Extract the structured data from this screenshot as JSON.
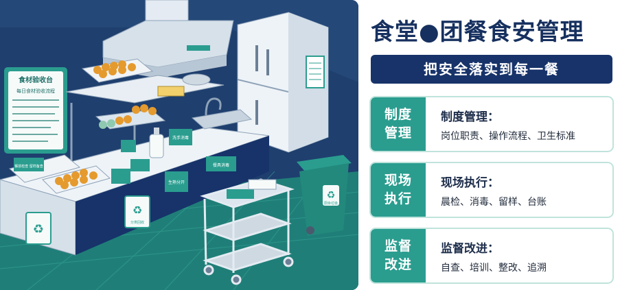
{
  "page": {
    "title": "食堂●团餐食安管理",
    "subtitle": "把安全落实到每一餐"
  },
  "cards": [
    {
      "badge_line1": "制度",
      "badge_line2": "管理",
      "heading": "制度管理：",
      "detail": "岗位职责、操作流程、卫生标准"
    },
    {
      "badge_line1": "现场",
      "badge_line2": "执行",
      "heading": "现场执行：",
      "detail": "晨检、消毒、留样、台账"
    },
    {
      "badge_line1": "监督",
      "badge_line2": "改进",
      "heading": "监督改进：",
      "detail": "自查、培训、整改、追溯"
    }
  ],
  "illustration": {
    "board_title": "食材验收台",
    "board_subtitle": "每日食材验收流程",
    "tray_label": "餐前检查 留样备查",
    "sanitizer_label": "洗手消毒",
    "cabinet_sign": "生熟分开",
    "cart_sign": "餐具消毒",
    "bin_label": "厨余垃圾",
    "recycle_label": "分类回收"
  },
  "colors": {
    "navy": "#17336a",
    "teal": "#2a9d8f",
    "border": "#bfe3db",
    "title_text": "#16305f"
  }
}
